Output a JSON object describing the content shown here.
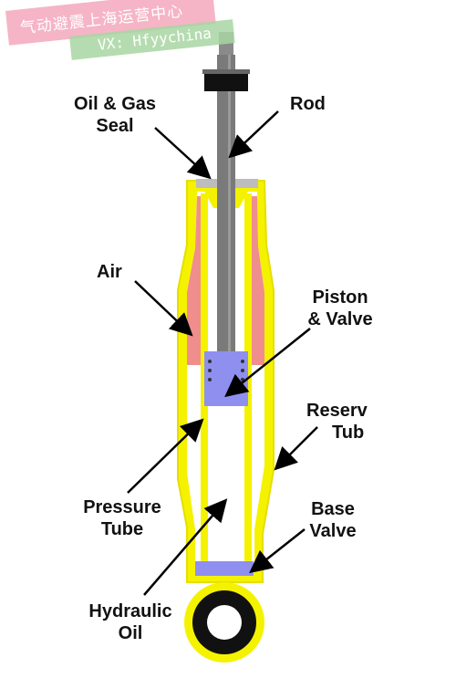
{
  "watermark": {
    "line1": "气动避震上海运营中心",
    "line2": "VX: Hfyychina"
  },
  "labels": {
    "oil_gas_seal": [
      "Oil & Gas",
      "Seal"
    ],
    "rod": "Rod",
    "air": "Air",
    "piston_valve": [
      "Piston",
      "& Valve"
    ],
    "reserve_tube": [
      "Reserv",
      "Tub"
    ],
    "pressure_tube": [
      "Pressure",
      "Tube"
    ],
    "base_valve": [
      "Base",
      "Valve"
    ],
    "hydraulic_oil": [
      "Hydraulic",
      "Oil"
    ]
  },
  "colors": {
    "outer_tube": "#f5f200",
    "air": "#f08d8d",
    "rod": "#7a7a7a",
    "piston": "#8f8ff0",
    "seal": "#bdbdbd",
    "cap": "#111111"
  }
}
